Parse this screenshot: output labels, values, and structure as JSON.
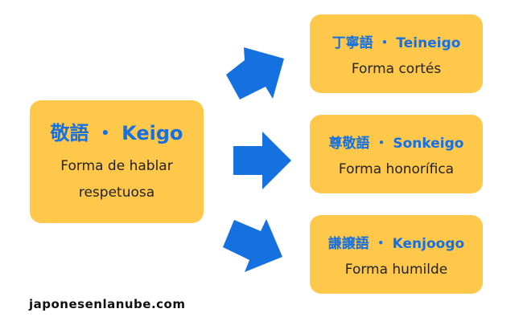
{
  "main": {
    "title": "敬語 ・ Keigo",
    "lines": [
      "Forma de hablar",
      "respetuosa"
    ]
  },
  "branches": [
    {
      "title": "丁寧語 ・ Teineigo",
      "desc": "Forma cortés"
    },
    {
      "title": "尊敬語 ・ Sonkeigo",
      "desc": "Forma honorífica"
    },
    {
      "title": "謙譲語 ・ Kenjoogo",
      "desc": "Forma humilde"
    }
  ],
  "footer": "japonesenlanube.com",
  "colors": {
    "box": "#FFC84B",
    "accent": "#1570E0"
  }
}
